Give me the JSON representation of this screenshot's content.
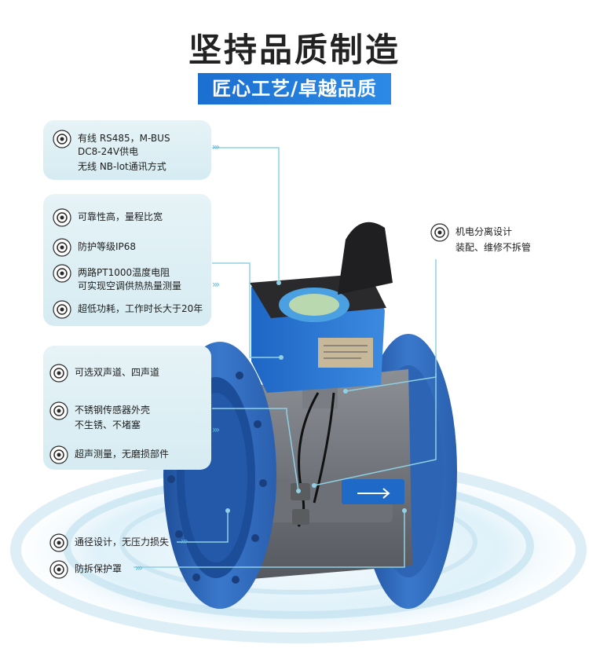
{
  "header": {
    "title": "坚持品质制造",
    "subtitle": "匠心工艺/卓越品质"
  },
  "panels": {
    "communication": {
      "lines": [
        "有线 RS485，M-BUS",
        "DC8-24V供电",
        "无线 NB-lot通讯方式"
      ]
    },
    "reliability": {
      "items": [
        {
          "lines": [
            "可靠性高，量程比宽"
          ]
        },
        {
          "lines": [
            "防护等级IP68"
          ]
        },
        {
          "lines": [
            "两路PT1000温度电阻",
            "可实现空调供热热量测量"
          ]
        },
        {
          "lines": [
            "超低功耗，工作时长大于20年"
          ]
        }
      ]
    },
    "sensor": {
      "items": [
        {
          "lines": [
            "可选双声道、四声道"
          ]
        },
        {
          "lines": [
            "不锈钢传感器外壳",
            "不生锈、不堵塞"
          ]
        },
        {
          "lines": [
            "超声测量，无磨损部件"
          ]
        }
      ]
    }
  },
  "bottom_features": [
    {
      "lines": [
        "通径设计，无压力损失"
      ]
    },
    {
      "lines": [
        "防拆保护罩"
      ]
    }
  ],
  "right_feature": {
    "lines": [
      "机电分离设计",
      "装配、维修不拆管"
    ]
  },
  "chevrons": "› › ›",
  "colors": {
    "accent_blue": "#1b6fd0",
    "meter_blue": "#2f6fc2",
    "line_teal": "#5bb8d6",
    "panel_bg": "#dcedf3"
  }
}
